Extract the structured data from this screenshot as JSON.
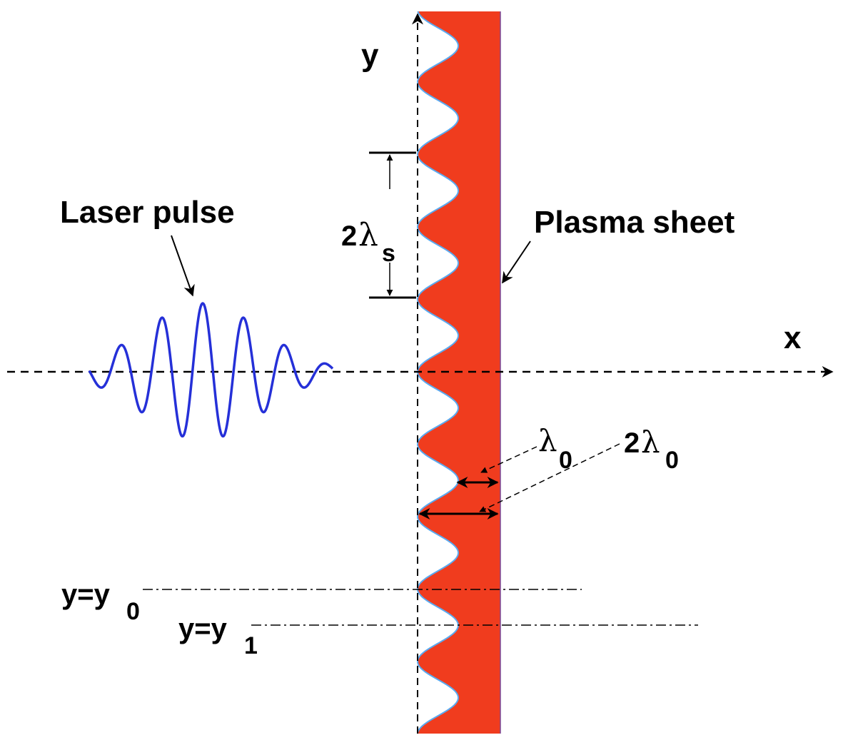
{
  "labels": {
    "laser_pulse": "Laser pulse",
    "plasma_sheet": "Plasma sheet",
    "axis_x": "x",
    "axis_y": "y",
    "period_coef": "2",
    "period_sym": "λ",
    "period_sub": "s",
    "lambda0_sym": "λ",
    "lambda0_sub": "0",
    "two_lambda0_coef": "2",
    "two_lambda0_sym": "λ",
    "two_lambda0_sub": "0",
    "y0_eq": "y=y",
    "y0_sub": "0",
    "y1_eq": "y=y",
    "y1_sub": "1"
  },
  "colors": {
    "plasma": "#f03c1e",
    "plasma_edge": "#5aaaf0",
    "laser": "#2530d8",
    "lines": "#000000"
  }
}
